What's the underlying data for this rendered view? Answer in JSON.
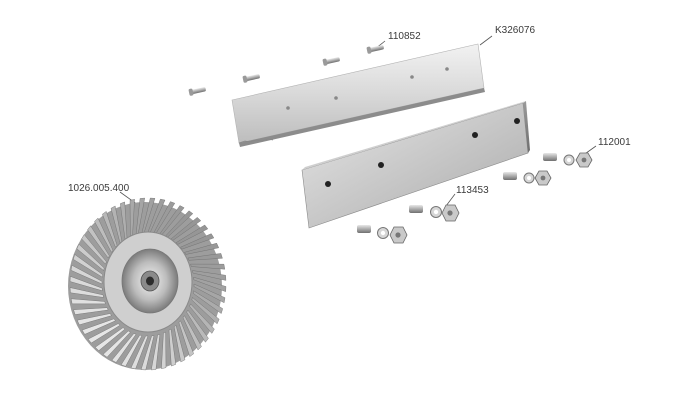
{
  "labels": {
    "screw_set": "110852",
    "blade": "K326076",
    "nut_set_right": "112001",
    "nut_set_center": "113453",
    "fan_wheel": "1026.005.400"
  }
}
